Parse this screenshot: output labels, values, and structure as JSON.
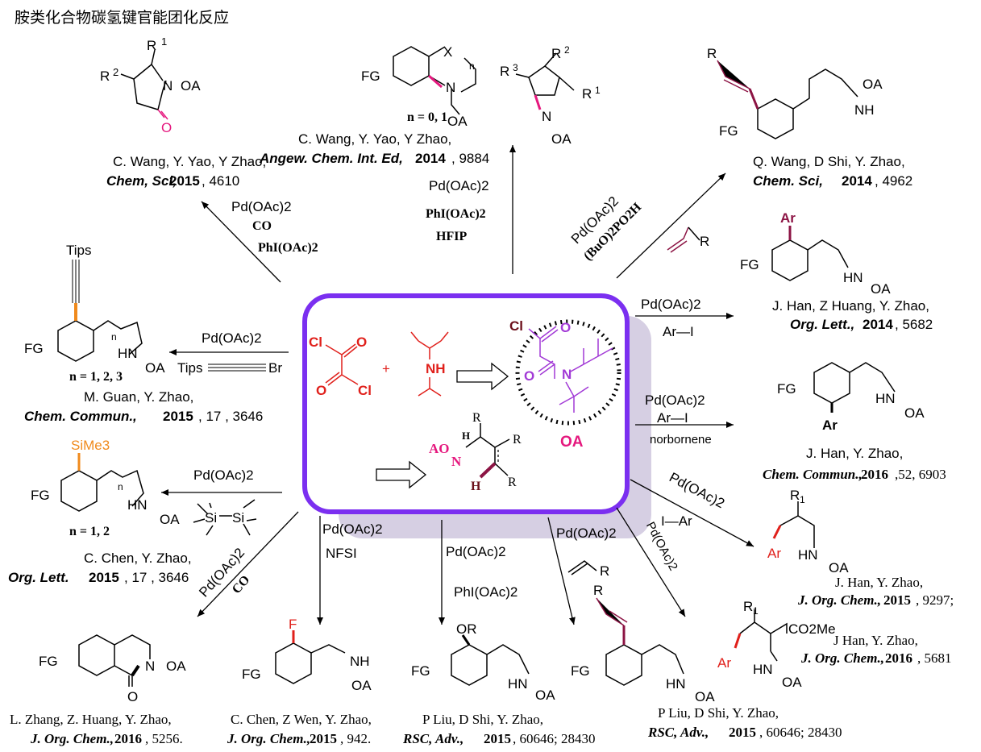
{
  "title": "胺类化合物碳氢键官能团化反应",
  "center": {
    "oxalyl_cl": "Cl",
    "oxalyl_o": "O",
    "plus": "+",
    "amine_nh": "NH",
    "reagent_cl": "Cl",
    "reagent_o": "O",
    "reagent_n": "N",
    "oa_label": "OA",
    "substrate_ao": "AO",
    "substrate_n": "N",
    "substrate_h": "H",
    "substrate_r1": "R",
    "substrate_r2": "R",
    "substrate_r3": "R"
  },
  "reactions": {
    "lactam": {
      "cond1": "Pd(OAc)2",
      "cond2": "CO",
      "cond3": "PhI(OAc)2",
      "ref_authors": "C. Wang, Y. Yao, Y Zhao,",
      "ref_journal": "Chem, Sci,",
      "ref_year": "2015",
      "ref_page": ", 4610"
    },
    "amination": {
      "cond1": "Pd(OAc)2",
      "cond2": "PhI(OAc)2",
      "cond3": "HFIP",
      "note": "n = 0, 1",
      "ref_authors": "C. Wang, Y. Yao, Y Zhao,",
      "ref_journal": "Angew. Chem. Int. Ed,",
      "ref_year": "2014",
      "ref_page": ", 9884"
    },
    "olefination": {
      "cond1": "Pd(OAc)2",
      "cond2": "(BuO)2PO2H",
      "ref_authors": "Q. Wang, D Shi, Y. Zhao,",
      "ref_journal": "Chem. Sci,",
      "ref_year": "2014",
      "ref_page": ", 4962"
    },
    "arylation": {
      "cond1": "Pd(OAc)2",
      "cond2": "Ar—I",
      "ref_authors": "J. Han, Z Huang, Y. Zhao,",
      "ref_journal": "Org. Lett.,",
      "ref_year": "2014",
      "ref_page": ", 5682"
    },
    "meta_arylation": {
      "cond1": "Pd(OAc)2",
      "cond2": "Ar—I",
      "cond3": "norbornene",
      "ref_authors": "J. Han, Y. Zhao,",
      "ref_journal": "Chem. Commun.,",
      "ref_year": "2016",
      "ref_page": ",52, 6903"
    },
    "alkynylation": {
      "cond1": "Pd(OAc)2",
      "cond2": "Tips",
      "cond3": "Br",
      "note": "n = 1, 2, 3",
      "ref_authors": "M. Guan, Y. Zhao,",
      "ref_journal": "Chem. Commun.,",
      "ref_year": "2015",
      "ref_page": ", 17 , 3646"
    },
    "silylation": {
      "cond1": "Pd(OAc)2",
      "cond2": "Si",
      "cond3": "Si",
      "note": "n = 1, 2",
      "ref_authors": "C. Chen, Y. Zhao,",
      "ref_journal": "Org. Lett.",
      "ref_year": "2015",
      "ref_page": ", 17 , 3646"
    },
    "carbonylation": {
      "cond1": "Pd(OAc)2",
      "cond2": "CO",
      "ref_authors": "L. Zhang, Z. Huang, Y. Zhao,",
      "ref_journal": "J. Org. Chem.,",
      "ref_year": "2016",
      "ref_page": ", 5256."
    },
    "fluorination": {
      "cond1": "Pd(OAc)2",
      "cond2": "NFSI",
      "ref_authors": "C. Chen, Z Wen, Y. Zhao,",
      "ref_journal": "J. Org. Chem.,",
      "ref_year": "2015",
      "ref_page": ", 942."
    },
    "oxygenation": {
      "cond1": "Pd(OAc)2",
      "cond2": "PhI(OAc)2",
      "ref_authors": "P Liu, D Shi, Y. Zhao,",
      "ref_journal": "RSC, Adv.,",
      "ref_year": "2015",
      "ref_page": ", 60646; 28430"
    },
    "olefination2": {
      "cond1": "Pd(OAc)2",
      "ref_authors": "P Liu, D Shi, Y. Zhao,",
      "ref_journal": "RSC, Adv.,",
      "ref_year": "2015",
      "ref_page": ", 60646; 28430"
    },
    "sp3_arylation": {
      "cond1": "Pd(OAc)2",
      "cond2": "I—Ar",
      "ref_authors": "J. Han, Y. Zhao,",
      "ref_journal": "J. Org. Chem.,",
      "ref_year": "2015",
      "ref_page": ", 9297;"
    },
    "sp3_arylation2": {
      "cond1": "Pd(OAc)2",
      "ref_authors": "J Han, Y. Zhao,",
      "ref_journal": "J. Org. Chem.,",
      "ref_year": "2016",
      "ref_page": ", 5681"
    }
  },
  "labels": {
    "fg": "FG",
    "oa": "OA",
    "nh": "NH",
    "hn": "HN",
    "n": "N",
    "o": "O",
    "r": "R",
    "ar": "Ar",
    "or": "OR",
    "f": "F",
    "x": "X",
    "tips": "Tips",
    "sime3": "SiMe3",
    "co2me": "CO2Me",
    "n_index": "n"
  },
  "colors": {
    "frame": "#7b2ff0",
    "shadow": "#d6cfe3",
    "red": "#e0201b",
    "purple": "#a23ad6",
    "magenta": "#e5187e",
    "maroon": "#8c1444",
    "orange": "#f08a1c",
    "dark_red": "#6b0f1a"
  }
}
